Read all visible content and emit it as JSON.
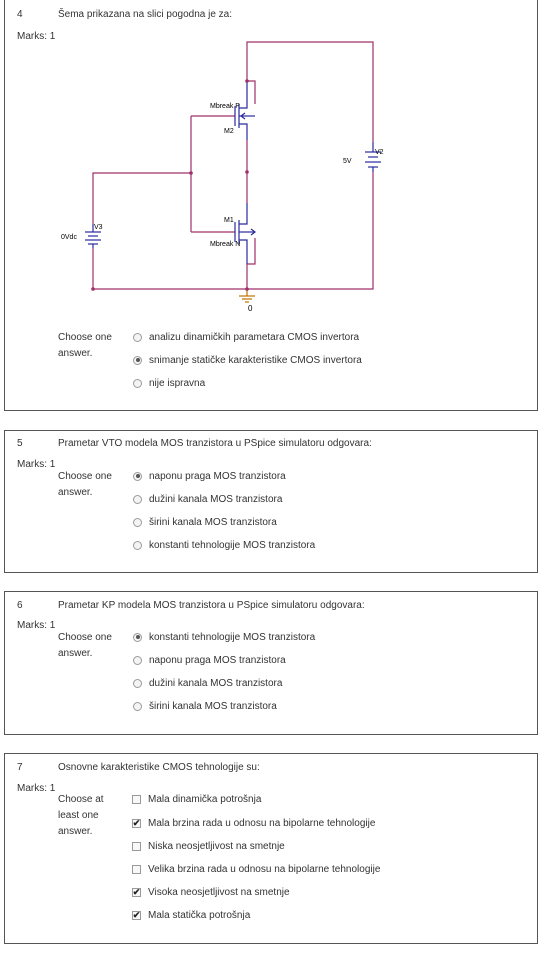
{
  "questions": [
    {
      "number": "4",
      "text": "Šema prikazana na slici pogodna je za:",
      "marks": "Marks: 1",
      "choose": "Choose one answer.",
      "options": [
        {
          "label": "analizu dinamičkih parametara CMOS invertora",
          "selected": false
        },
        {
          "label": "snimanje statičke karakteristike CMOS invertora",
          "selected": true
        },
        {
          "label": "nije ispravna",
          "selected": false
        }
      ],
      "circuit": {
        "labels": {
          "m2_model": "Mbreak P",
          "m2_name": "M2",
          "m1_name": "M1",
          "m1_model": "Mbreak N",
          "v2_name": "V2",
          "v2_value": "5V",
          "v3_name": "V3",
          "v3_value": "0Vdc",
          "ground": "0"
        },
        "colors": {
          "wire": "#a0306a",
          "component": "#2a2aa0",
          "ground": "#c07000"
        }
      }
    },
    {
      "number": "5",
      "text": "Prametar VTO modela MOS tranzistora u PSpice simulatoru odgovara:",
      "marks": "Marks: 1",
      "choose": "Choose one answer.",
      "options": [
        {
          "label": "naponu praga MOS tranzistora",
          "selected": true
        },
        {
          "label": "dužini kanala MOS tranzistora",
          "selected": false
        },
        {
          "label": "širini kanala MOS tranzistora",
          "selected": false
        },
        {
          "label": "konstanti tehnologije MOS tranzistora",
          "selected": false
        }
      ]
    },
    {
      "number": "6",
      "text": "Prametar KP modela MOS tranzistora u PSpice simulatoru odgovara:",
      "marks": "Marks: 1",
      "choose": "Choose one answer.",
      "options": [
        {
          "label": "konstanti tehnologije MOS tranzistora",
          "selected": true
        },
        {
          "label": "naponu praga MOS tranzistora",
          "selected": false
        },
        {
          "label": "dužini kanala MOS tranzistora",
          "selected": false
        },
        {
          "label": "širini kanala MOS tranzistora",
          "selected": false
        }
      ]
    },
    {
      "number": "7",
      "text": "Osnovne karakteristike CMOS tehnologije su:",
      "marks": "Marks: 1",
      "choose": "Choose at least one answer.",
      "options": [
        {
          "label": "Mala dinamička potrošnja",
          "checked": false
        },
        {
          "label": "Mala brzina rada u odnosu na bipolarne tehnologije",
          "checked": true
        },
        {
          "label": "Niska neosjetljivost na smetnje",
          "checked": false
        },
        {
          "label": "Velika brzina rada u odnosu na bipolarne tehnologije",
          "checked": false
        },
        {
          "label": "Visoka neosjetljivost na smetnje",
          "checked": true
        },
        {
          "label": "Mala statička potrošnja",
          "checked": true
        }
      ]
    }
  ]
}
